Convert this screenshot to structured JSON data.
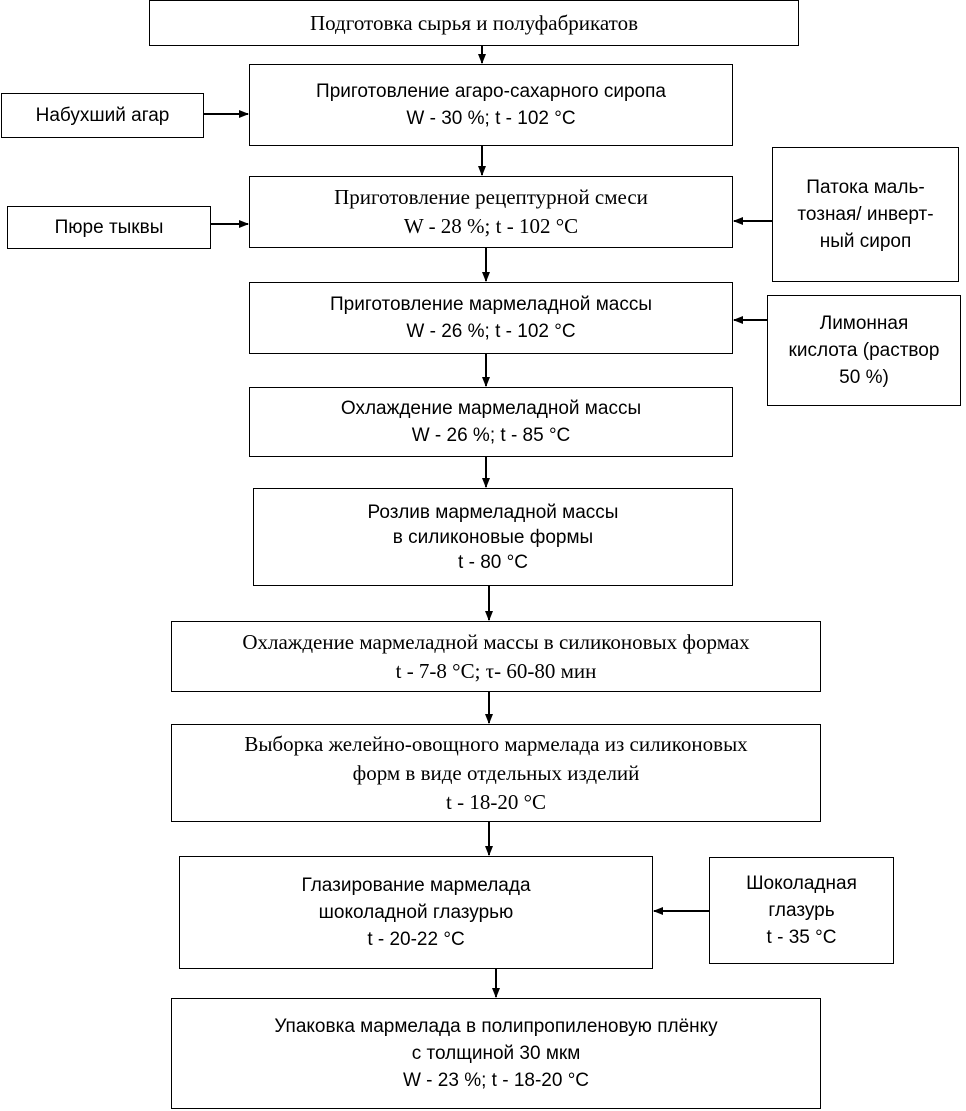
{
  "main_steps": {
    "s1": {
      "line1": "Подготовка сырья и полуфабрикатов"
    },
    "s2": {
      "line1": "Приготовление агаро-сахарного сиропа",
      "line2": "W - 30 %; t - 102 °С"
    },
    "s3": {
      "line1": "Приготовление рецептурной смеси",
      "line2": "W - 28 %; t - 102 °С"
    },
    "s4": {
      "line1": "Приготовление мармеладной массы",
      "line2": "W - 26 %; t - 102 °С"
    },
    "s5": {
      "line1": "Охлаждение мармеладной массы",
      "line2": "W - 26 %; t - 85 °С"
    },
    "s6": {
      "line1": "Розлив мармеладной массы",
      "line2": "в силиконовые формы",
      "line3": "t - 80 °С"
    },
    "s7": {
      "line1": "Охлаждение мармеладной массы в силиконовых формах",
      "line2": "t - 7-8 °С; τ- 60-80 мин"
    },
    "s8": {
      "line1": "Выборка желейно-овощного мармелада из силиконовых",
      "line2": "форм в виде отдельных изделий",
      "line3": "t - 18-20 °С"
    },
    "s9": {
      "line1": "Глазирование мармелада",
      "line2": "шоколадной глазурью",
      "line3": "t - 20-22 °С"
    },
    "s10": {
      "line1": "Упаковка мармелада в полипропиленовую плёнку",
      "line2": "с толщиной 30 мкм",
      "line3": "W - 23 %; t - 18-20 °С"
    }
  },
  "inputs": {
    "agar": {
      "line1": "Набухший агар"
    },
    "pumpkin": {
      "line1": "Пюре тыквы"
    },
    "syrup": {
      "line1": "Патока маль-",
      "line2": "тозная/ инверт-",
      "line3": "ный сироп"
    },
    "citric": {
      "line1": "Лимонная",
      "line2": "кислота (раствор",
      "line3": "50 %)"
    },
    "glaze": {
      "line1": "Шоколадная",
      "line2": "глазурь",
      "line3": "t - 35 °С"
    }
  }
}
